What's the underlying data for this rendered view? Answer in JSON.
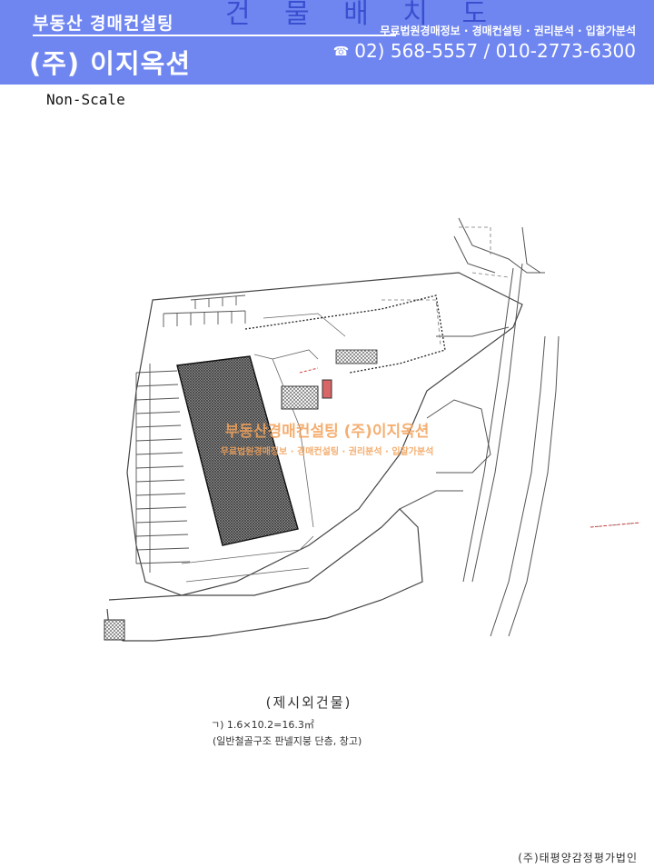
{
  "header": {
    "company_tagline": "부동산 경매컨설팅",
    "company_name": "(주) 이지옥션",
    "document_title": "건 물 배 치 도",
    "services": "무료법원경매정보 · 경매컨설팅 · 권리분석 · 입찰가분석",
    "phone_icon": "☎",
    "phone": "02) 568-5557 / 010-2773-6300",
    "colors": {
      "band": "#6f86f0",
      "title": "#3a4fd0"
    }
  },
  "scale_label": "Non-Scale",
  "watermark": {
    "line1": "부동산경매컨설팅 (주)이지옥션",
    "line2": "무료법원경매정보 · 경매컨설팅 · 권리분석 · 입찰가분석",
    "color": "#f3a25a"
  },
  "caption": {
    "title": "(제시외건물)",
    "area": "ㄱ) 1.6×10.2=16.3㎡",
    "structure": "(일반철골구조 판넬지붕 단층, 창고)"
  },
  "footer": "(주)태평양감정평가법인"
}
